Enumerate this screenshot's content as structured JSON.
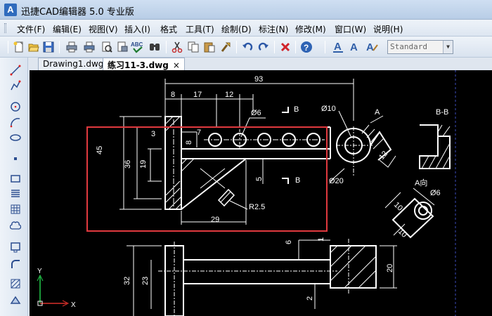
{
  "window": {
    "title": "迅捷CAD编辑器 5.0 专业版",
    "logo_letter": "A"
  },
  "menu": {
    "items": [
      {
        "label": "文件(F)"
      },
      {
        "label": "编辑(E)"
      },
      {
        "label": "视图(V)"
      },
      {
        "label": "插入(I)"
      },
      {
        "label": "格式"
      },
      {
        "label": "工具(T)"
      },
      {
        "label": "绘制(D)"
      },
      {
        "label": "标注(N)"
      },
      {
        "label": "修改(M)"
      },
      {
        "label": "窗口(W)"
      },
      {
        "label": "说明(H)"
      }
    ]
  },
  "toolbar": {
    "text_style_value": "Standard",
    "icons": [
      "new-file-icon",
      "open-folder-icon",
      "save-icon",
      "print-icon",
      "print-preview-icon",
      "page-setup-icon",
      "plot-icon",
      "spell-check-icon",
      "find-icon",
      "cut-icon",
      "copy-icon",
      "paste-icon",
      "match-properties-icon",
      "undo-icon",
      "redo-icon",
      "delete-icon",
      "help-icon",
      "text-style-icon",
      "text-icon",
      "text-edit-icon"
    ]
  },
  "tabs": [
    {
      "label": "Drawing1.dwg",
      "close": "×",
      "active": false
    },
    {
      "label": "练习11-3.dwg",
      "close": "×",
      "active": true
    }
  ],
  "drawing": {
    "dims_top": {
      "overall": "93",
      "d8": "8",
      "d17": "17",
      "d12": "12"
    },
    "hole_label": "Ø6",
    "section_mark_top": "B",
    "section_mark_bottom": "B",
    "boss_dia": "Ø10",
    "boss_outer": "Ø20",
    "label_A": "A",
    "section_title": "B-B",
    "view_dir_title": "A向",
    "view_dir_hole": "Ø6",
    "dims_left": {
      "d45": "45",
      "d36": "36",
      "d19": "19",
      "d3": "3",
      "d7": "7",
      "d8b": "8"
    },
    "d5": "5",
    "d29": "29",
    "radius": "R2.5",
    "d12b": "12",
    "d10a": "10",
    "d10b": "10",
    "lower_dims": {
      "d6": "6",
      "d1": "1",
      "d20": "20",
      "d32": "32",
      "d23": "23",
      "d2": "2"
    },
    "ucs": {
      "x": "X",
      "y": "Y"
    }
  },
  "colors": {
    "canvas_bg": "#000000",
    "highlight_box": "#e0393e",
    "accent_blue": "#2f6bbd"
  }
}
